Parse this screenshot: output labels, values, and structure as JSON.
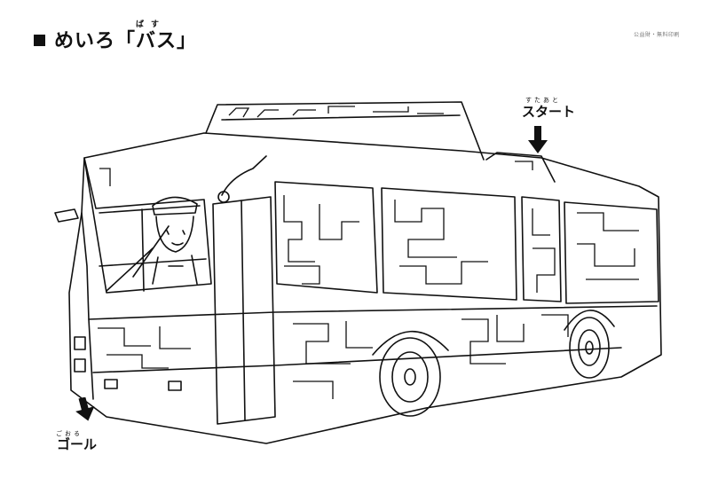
{
  "title": {
    "text": "めいろ「バス」",
    "ruby": "ばす"
  },
  "site_mark": "公益財・無料印刷",
  "start": {
    "label": "スタート",
    "ruby": "すたあと"
  },
  "goal": {
    "label": "ゴール",
    "ruby": "ごおる"
  },
  "icons": {
    "start_arrow": "arrow-down-icon",
    "goal_arrow": "arrow-down-icon"
  },
  "colors": {
    "ink": "#111111",
    "background": "#ffffff"
  }
}
